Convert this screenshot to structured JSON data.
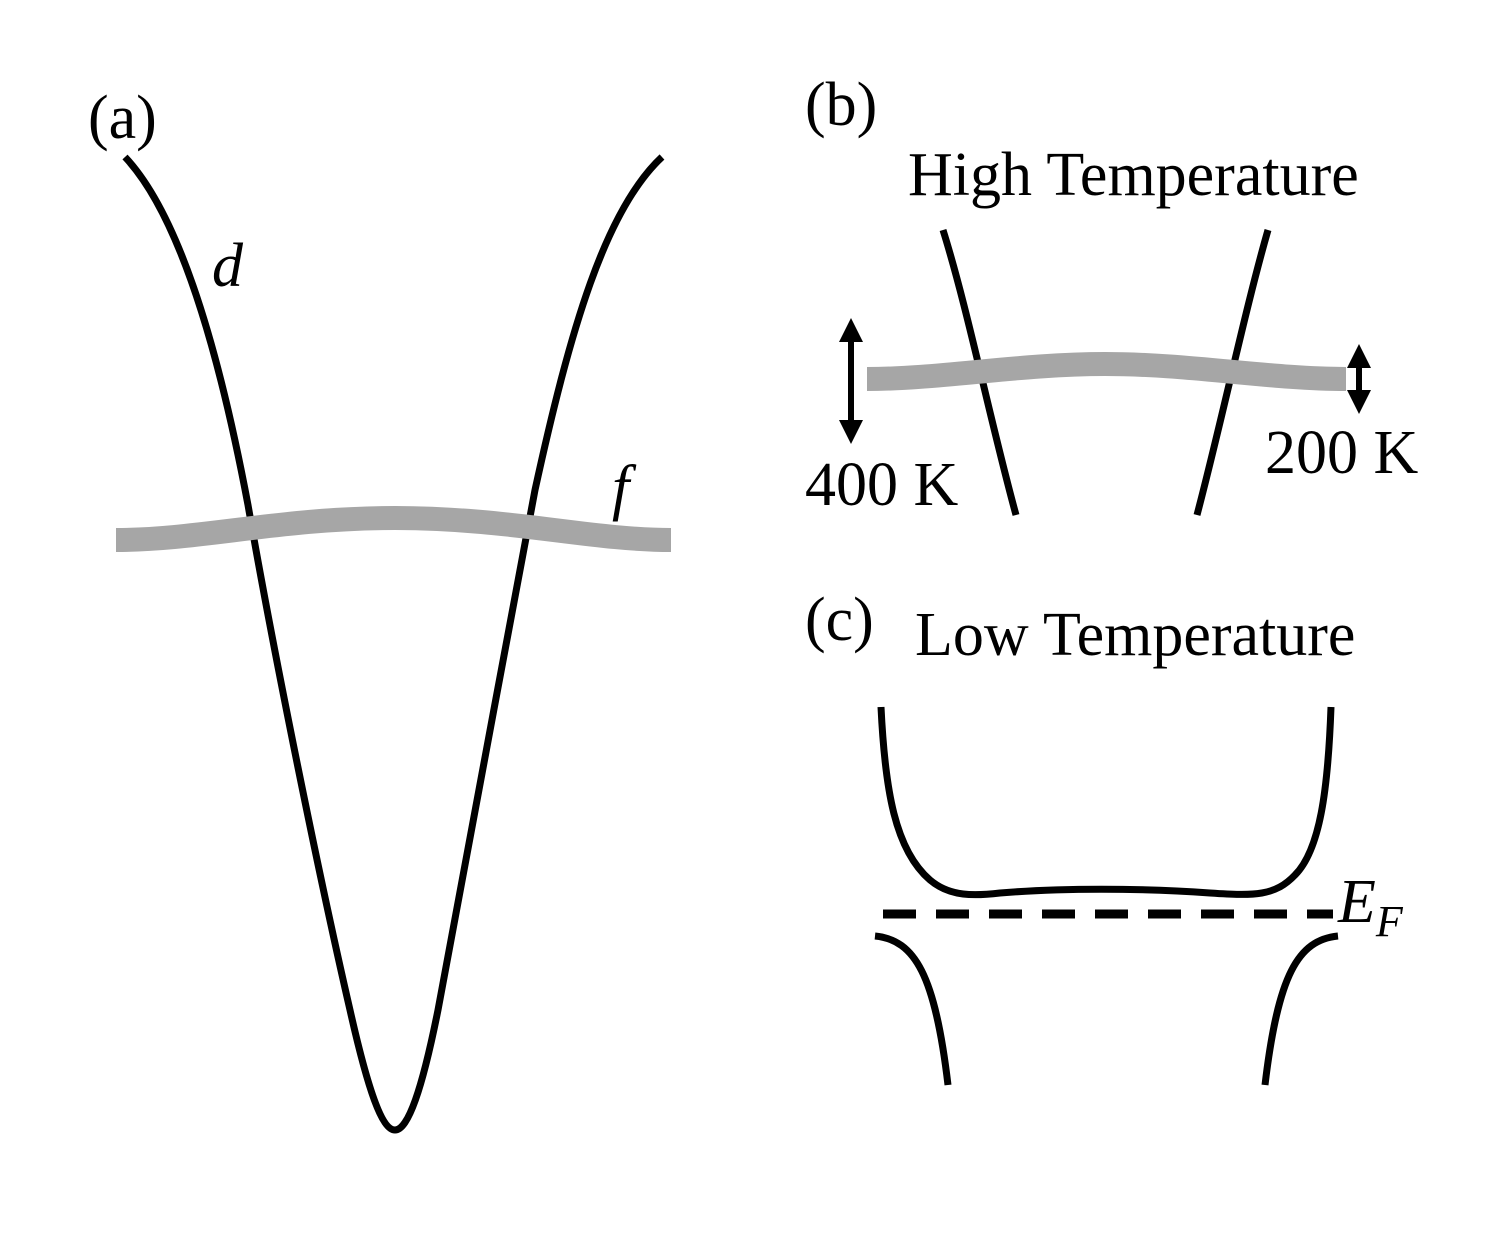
{
  "panel_a": {
    "tag": "(a)",
    "d_label": "d",
    "f_label": "f"
  },
  "panel_b": {
    "tag": "(b)",
    "title": "High Temperature",
    "left_arrow_label": "400 K",
    "right_arrow_label": "200 K"
  },
  "panel_c": {
    "tag": "(c)",
    "title": "Low Temperature",
    "fermi_label_main": "E",
    "fermi_label_sub": "F"
  },
  "colors": {
    "bands": "#000000",
    "f_band": "#a6a6a6",
    "background": "#ffffff"
  }
}
